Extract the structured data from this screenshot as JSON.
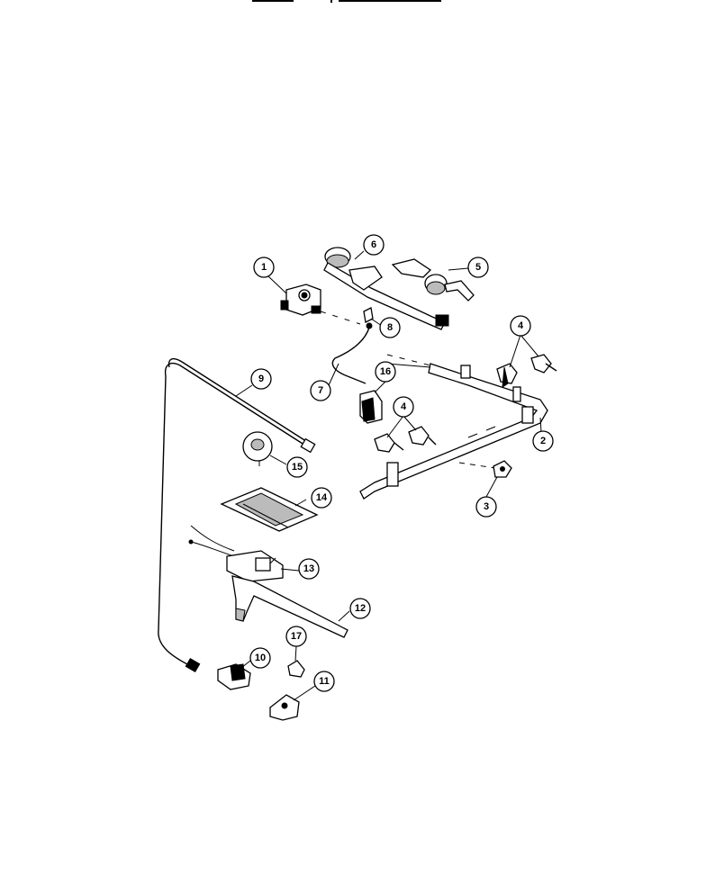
{
  "callouts": [
    {
      "label": "1"
    },
    {
      "label": "2"
    },
    {
      "label": "3"
    },
    {
      "label": "4"
    },
    {
      "label": "4"
    },
    {
      "label": "5"
    },
    {
      "label": "6"
    },
    {
      "label": "7"
    },
    {
      "label": "8"
    },
    {
      "label": "9"
    },
    {
      "label": "10"
    },
    {
      "label": "11"
    },
    {
      "label": "12"
    },
    {
      "label": "13"
    },
    {
      "label": "14"
    },
    {
      "label": "15"
    },
    {
      "label": "16"
    },
    {
      "label": "17"
    }
  ]
}
